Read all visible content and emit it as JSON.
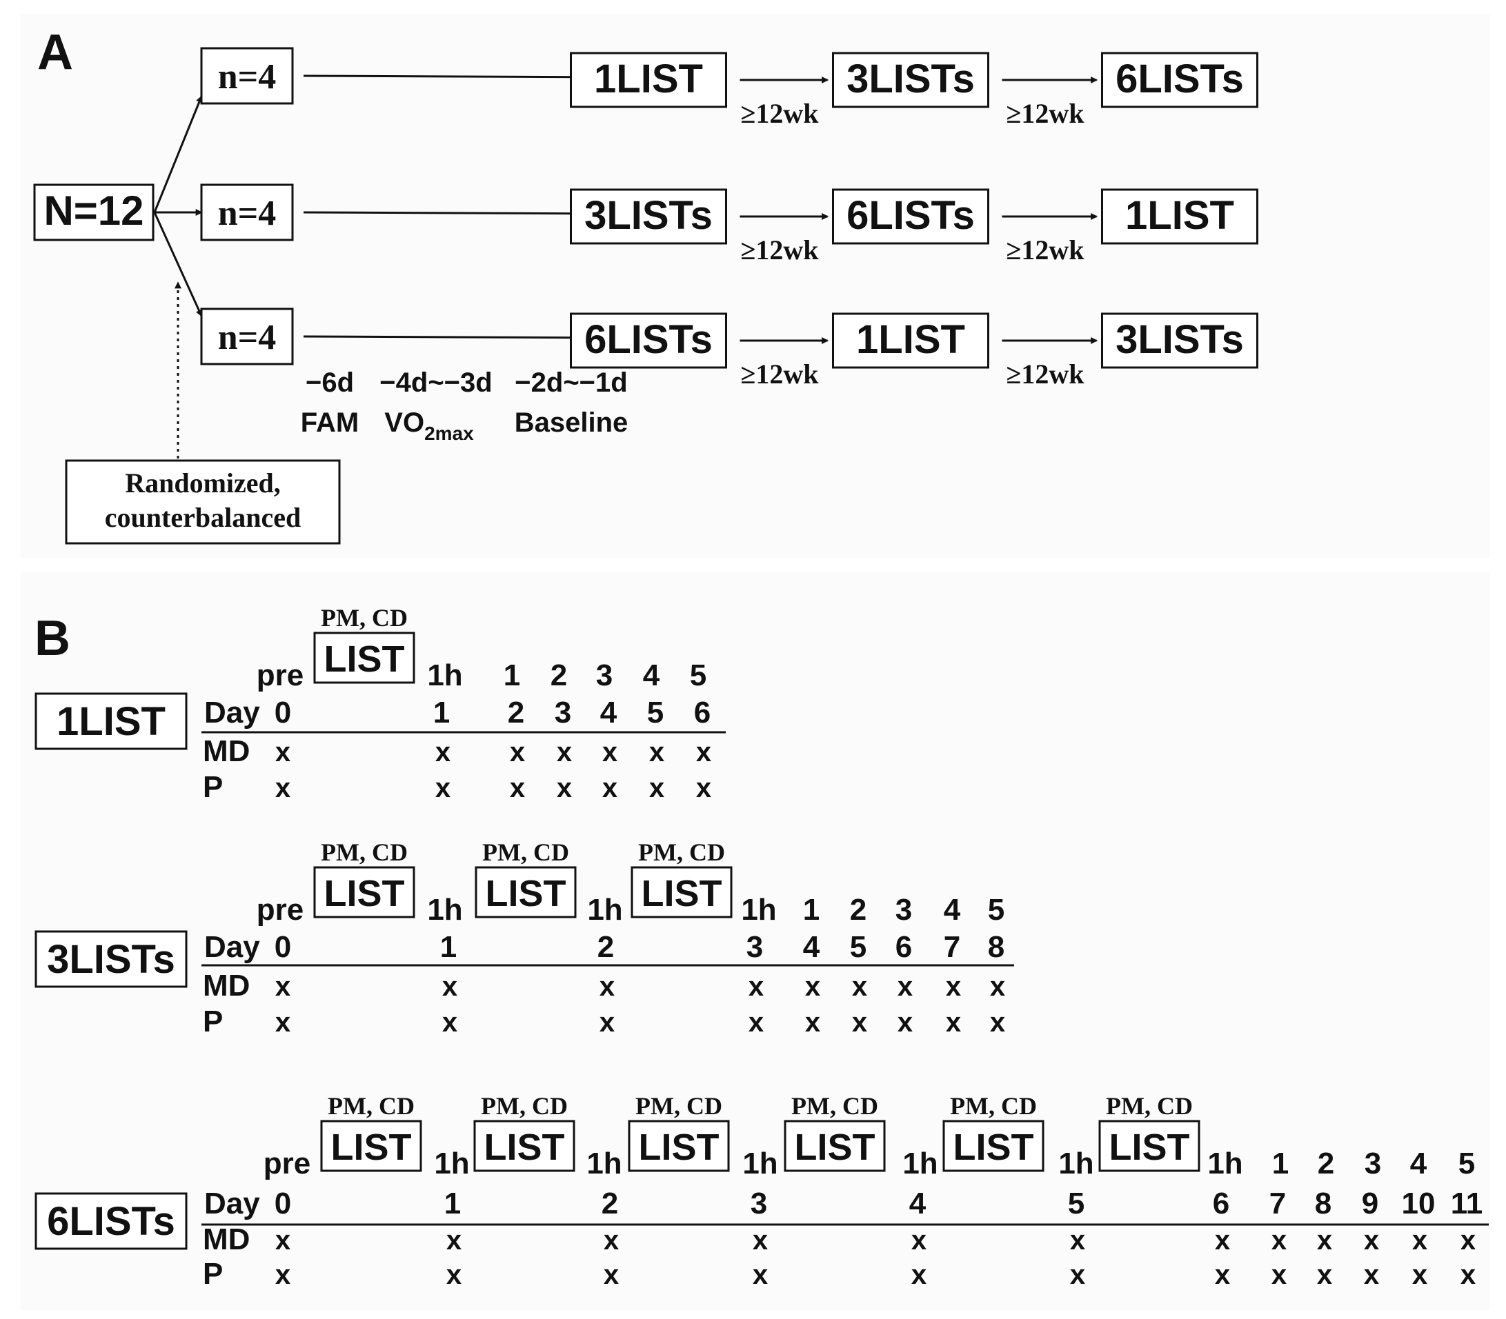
{
  "panel_a": {
    "label": "A",
    "total": "N=12",
    "groups": [
      {
        "n": "n=4",
        "sequence": [
          "1LIST",
          "3LISTs",
          "6LISTs"
        ]
      },
      {
        "n": "n=4",
        "sequence": [
          "3LISTs",
          "6LISTs",
          "1LIST"
        ]
      },
      {
        "n": "n=4",
        "sequence": [
          "6LISTs",
          "1LIST",
          "3LISTs"
        ]
      }
    ],
    "washout": "≥12wk",
    "timeline": [
      {
        "day": "−6d",
        "label": "FAM"
      },
      {
        "day": "−4d~−3d",
        "label": "VO",
        "sub": "2max"
      },
      {
        "day": "−2d~−1d",
        "label": "Baseline"
      }
    ],
    "note_line1": "Randomized,",
    "note_line2": "counterbalanced"
  },
  "panel_b": {
    "label": "B",
    "measures_label": "PM, CD",
    "list_label": "LIST",
    "pre_label": "pre",
    "hour_label": "1h",
    "day_label": "Day",
    "rows": [
      {
        "name": "1LIST",
        "lists": 1,
        "days": [
          "0",
          "1",
          "2",
          "3",
          "4",
          "5",
          "6"
        ],
        "post_days": [
          "1",
          "2",
          "3",
          "4",
          "5"
        ],
        "measures": [
          {
            "name": "MD",
            "marks": [
              "x",
              "x",
              "x",
              "x",
              "x",
              "x",
              "x"
            ]
          },
          {
            "name": "P",
            "marks": [
              "x",
              "x",
              "x",
              "x",
              "x",
              "x",
              "x"
            ]
          }
        ]
      },
      {
        "name": "3LISTs",
        "lists": 3,
        "days": [
          "0",
          "1",
          "2",
          "3",
          "4",
          "5",
          "6",
          "7",
          "8"
        ],
        "post_days": [
          "1",
          "2",
          "3",
          "4",
          "5"
        ],
        "measures": [
          {
            "name": "MD",
            "marks": [
              "x",
              "x",
              "x",
              "x",
              "x",
              "x",
              "x",
              "x",
              "x"
            ]
          },
          {
            "name": "P",
            "marks": [
              "x",
              "x",
              "x",
              "x",
              "x",
              "x",
              "x",
              "x",
              "x"
            ]
          }
        ]
      },
      {
        "name": "6LISTs",
        "lists": 6,
        "days": [
          "0",
          "1",
          "2",
          "3",
          "4",
          "5",
          "6",
          "7",
          "8",
          "9",
          "10",
          "11"
        ],
        "post_days": [
          "1",
          "2",
          "3",
          "4",
          "5"
        ],
        "measures": [
          {
            "name": "MD",
            "marks": [
              "x",
              "x",
              "x",
              "x",
              "x",
              "x",
              "x",
              "x",
              "x",
              "x",
              "x",
              "x"
            ]
          },
          {
            "name": "P",
            "marks": [
              "x",
              "x",
              "x",
              "x",
              "x",
              "x",
              "x",
              "x",
              "x",
              "x",
              "x",
              "x"
            ]
          }
        ]
      }
    ]
  }
}
